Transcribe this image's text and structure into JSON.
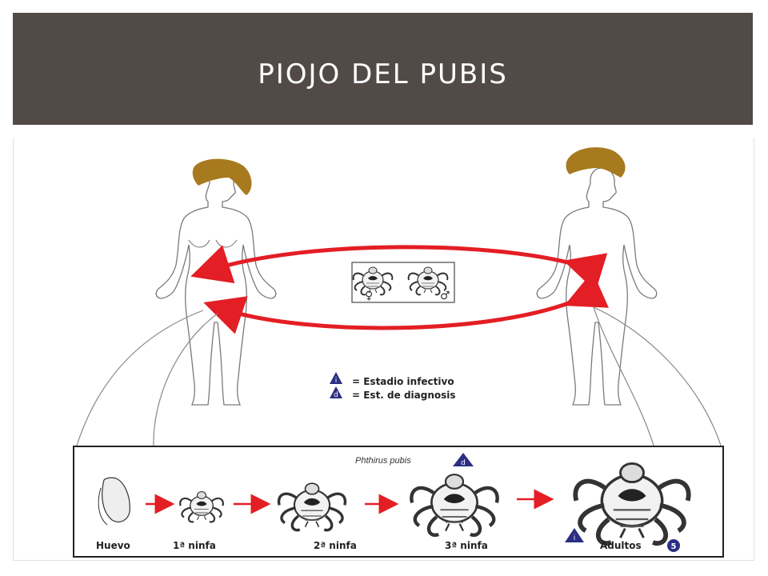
{
  "slide": {
    "title": "PIOJO DEL PUBIS"
  },
  "diagram": {
    "sex_symbols": {
      "female": "♀",
      "male": "♂"
    },
    "legend": {
      "infective": {
        "letter": "i",
        "text": "= Estadio infectivo"
      },
      "diagnostic": {
        "letter": "d",
        "text": "= Est. de diagnosis"
      }
    },
    "lifecycle": {
      "species": "Phthirus pubis",
      "species_badge": "d",
      "adult_badges": {
        "infective": "i",
        "step": "5"
      },
      "stages": [
        "Huevo",
        "1ª ninfa",
        "2ª ninfa",
        "3ª ninfa",
        "Adultos"
      ]
    },
    "colors": {
      "title_bg": "#524a47",
      "arrow": "#e31e24",
      "hair": "#a87a1f",
      "badge": "#2b2e83",
      "outline": "#7a7a7a"
    }
  }
}
